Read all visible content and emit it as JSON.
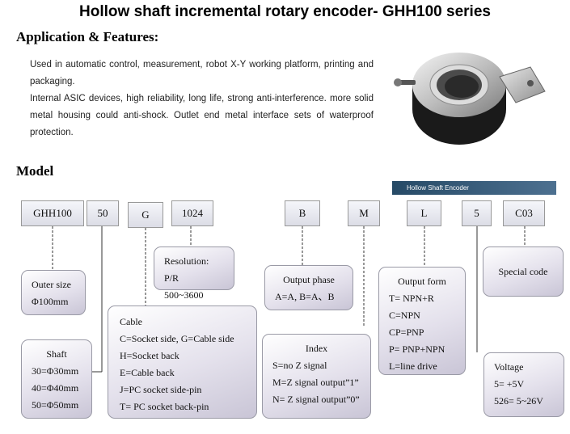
{
  "title": "Hollow shaft incremental rotary encoder- GHH100 series",
  "features_heading": "Application & Features:",
  "features": [
    "Used in automatic control, measurement, robot X-Y working platform, printing and packaging.",
    "Internal ASIC devices, high reliability, long life, strong anti-interference. more solid metal housing could anti-shock. Outlet end metal interface sets of waterproof protection."
  ],
  "model_heading": "Model",
  "banner": "Hollow Shaft Encoder",
  "codes": [
    "GHH100",
    "50",
    "G",
    "1024",
    "B",
    "M",
    "L",
    "5",
    "C03"
  ],
  "boxes": {
    "outer_size": {
      "title": "Outer size",
      "lines": [
        "Φ100mm"
      ]
    },
    "shaft": {
      "title": "Shaft",
      "lines": [
        "30=Φ30mm",
        "40=Φ40mm",
        "50=Φ50mm"
      ]
    },
    "resolution": {
      "title": "Resolution: P/R",
      "lines": [
        "500~3600"
      ]
    },
    "cable": {
      "title": "Cable",
      "lines": [
        "C=Socket side, G=Cable side",
        "H=Socket back",
        "E=Cable back",
        "J=PC socket side-pin",
        "T= PC socket back-pin"
      ]
    },
    "output_phase": {
      "title": "Output phase",
      "lines": [
        "A=A, B=A、B"
      ]
    },
    "index": {
      "title": "Index",
      "lines": [
        "S=no Z signal",
        "M=Z signal output”1”",
        "N= Z signal output”0”"
      ]
    },
    "output_form": {
      "title": "Output form",
      "lines": [
        "T= NPN+R",
        "C=NPN",
        "CP=PNP",
        "P= PNP+NPN",
        "L=line drive"
      ]
    },
    "special_code": {
      "title": "Special code",
      "lines": []
    },
    "voltage": {
      "title": "Voltage",
      "lines": [
        "5= +5V",
        "526= 5~26V"
      ]
    }
  }
}
